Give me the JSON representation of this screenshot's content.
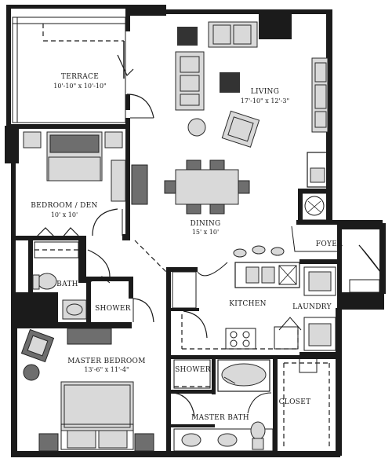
{
  "rooms": {
    "terrace": {
      "name": "TERRACE",
      "dims": "10'-10\" x 10'-10\""
    },
    "living": {
      "name": "LIVING",
      "dims": "17'-10\" x 12'-3\""
    },
    "bedroom_den": {
      "name": "BEDROOM / DEN",
      "dims": "10' x 10'"
    },
    "dining": {
      "name": "DINING",
      "dims": "15' x 10'"
    },
    "foyer": {
      "name": "FOYER"
    },
    "bath": {
      "name": "BATH"
    },
    "shower": {
      "name": "SHOWER"
    },
    "kitchen": {
      "name": "KITCHEN"
    },
    "laundry": {
      "name": "LAUNDRY"
    },
    "master_bedroom": {
      "name": "MASTER BEDROOM",
      "dims": "13'-6\" x 11'-4\""
    },
    "master_shower": {
      "name": "SHOWER"
    },
    "closet": {
      "name": "CLOSET"
    },
    "master_bath": {
      "name": "MASTER BATH"
    }
  },
  "colors": {
    "wall": "#1b1b1b",
    "furniture": "#d9d9d9",
    "background": "#ffffff"
  }
}
